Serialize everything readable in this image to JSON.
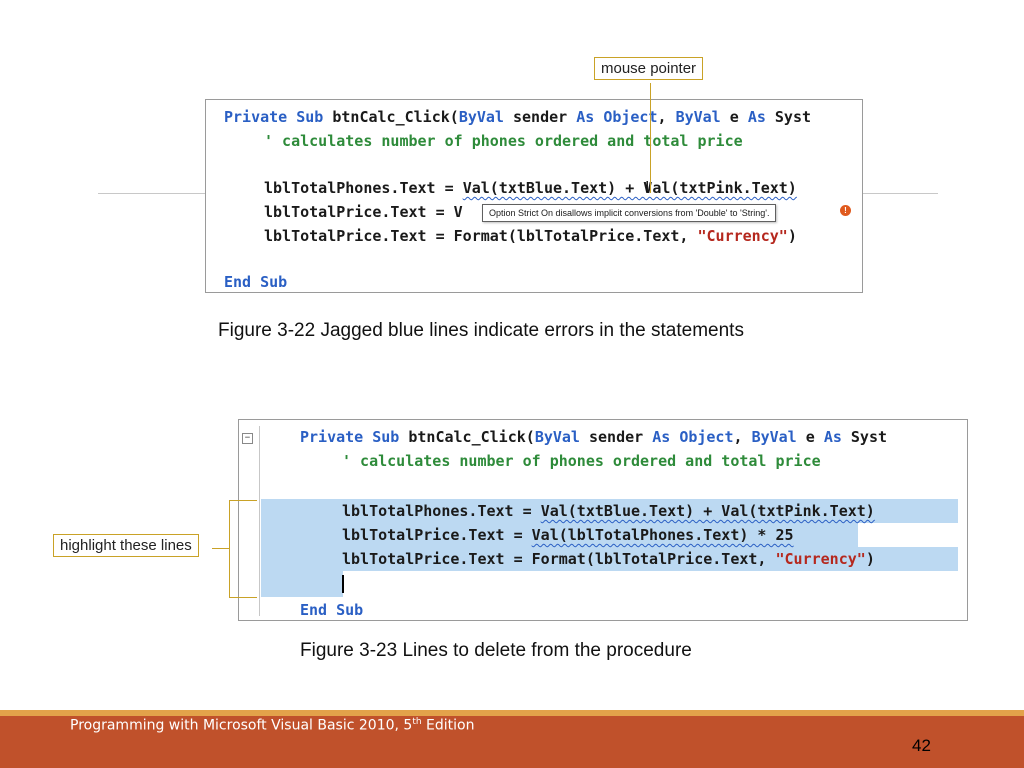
{
  "figure1": {
    "caption": "Figure 3-22 Jagged blue lines indicate errors in the statements",
    "callout": "mouse pointer",
    "tooltip": "Option Strict On disallows implicit conversions from 'Double' to 'String'.",
    "line1": {
      "a": "Private Sub ",
      "b": "btnCalc_Click(",
      "c": "ByVal ",
      "d": "sender ",
      "e": "As ",
      "f": "Object",
      ",": ", ",
      "g": "ByVal ",
      "h": "e ",
      "i": "As ",
      "j": "Syst"
    },
    "line2": "' calculates number of phones ordered and total price",
    "line3": {
      "a": "lblTotalPhones.Text = ",
      "b": "Val(txtBlue.Text) + Val(txtPink.Text)"
    },
    "line4": {
      "a": "lblTotalPrice.Text = ",
      "b": "V"
    },
    "line5": {
      "a": "lblTotalPrice.Text = ",
      "b": "Format(lblTotalPrice.Text, ",
      "c": "\"Currency\"",
      "d": ")"
    },
    "line6": "End Sub"
  },
  "figure2": {
    "caption": "Figure 3-23 Lines to delete from the procedure",
    "callout": "highlight these lines",
    "line1": {
      "a": "Private Sub ",
      "b": "btnCalc_Click(",
      "c": "ByVal ",
      "d": "sender ",
      "e": "As ",
      "f": "Object",
      ",": ", ",
      "g": "ByVal ",
      "h": "e ",
      "i": "As ",
      "j": "Syst"
    },
    "line2": "' calculates number of phones ordered and total price",
    "line3": {
      "a": "lblTotalPhones.Text = ",
      "b": "Val(txtBlue.Text) + Val(txtPink.Text)"
    },
    "line4": {
      "a": "lblTotalPrice.Text = ",
      "b": "Val(lblTotalPhones.Text) * 25"
    },
    "line5": {
      "a": "lblTotalPrice.Text = ",
      "b": "Format(lblTotalPrice.Text, ",
      "c": "\"Currency\"",
      "d": ")"
    },
    "line6": "End Sub"
  },
  "footer": {
    "text": "Programming with Microsoft Visual Basic 2010, 5",
    "sup": "th",
    "text_after": " Edition",
    "page": "42"
  },
  "colors": {
    "keyword": "#2a5fc4",
    "comment": "#2e8b3a",
    "string": "#b5281e",
    "highlight": "#bcd9f2",
    "footer": "#c0512b",
    "accent": "#e3a24a"
  }
}
